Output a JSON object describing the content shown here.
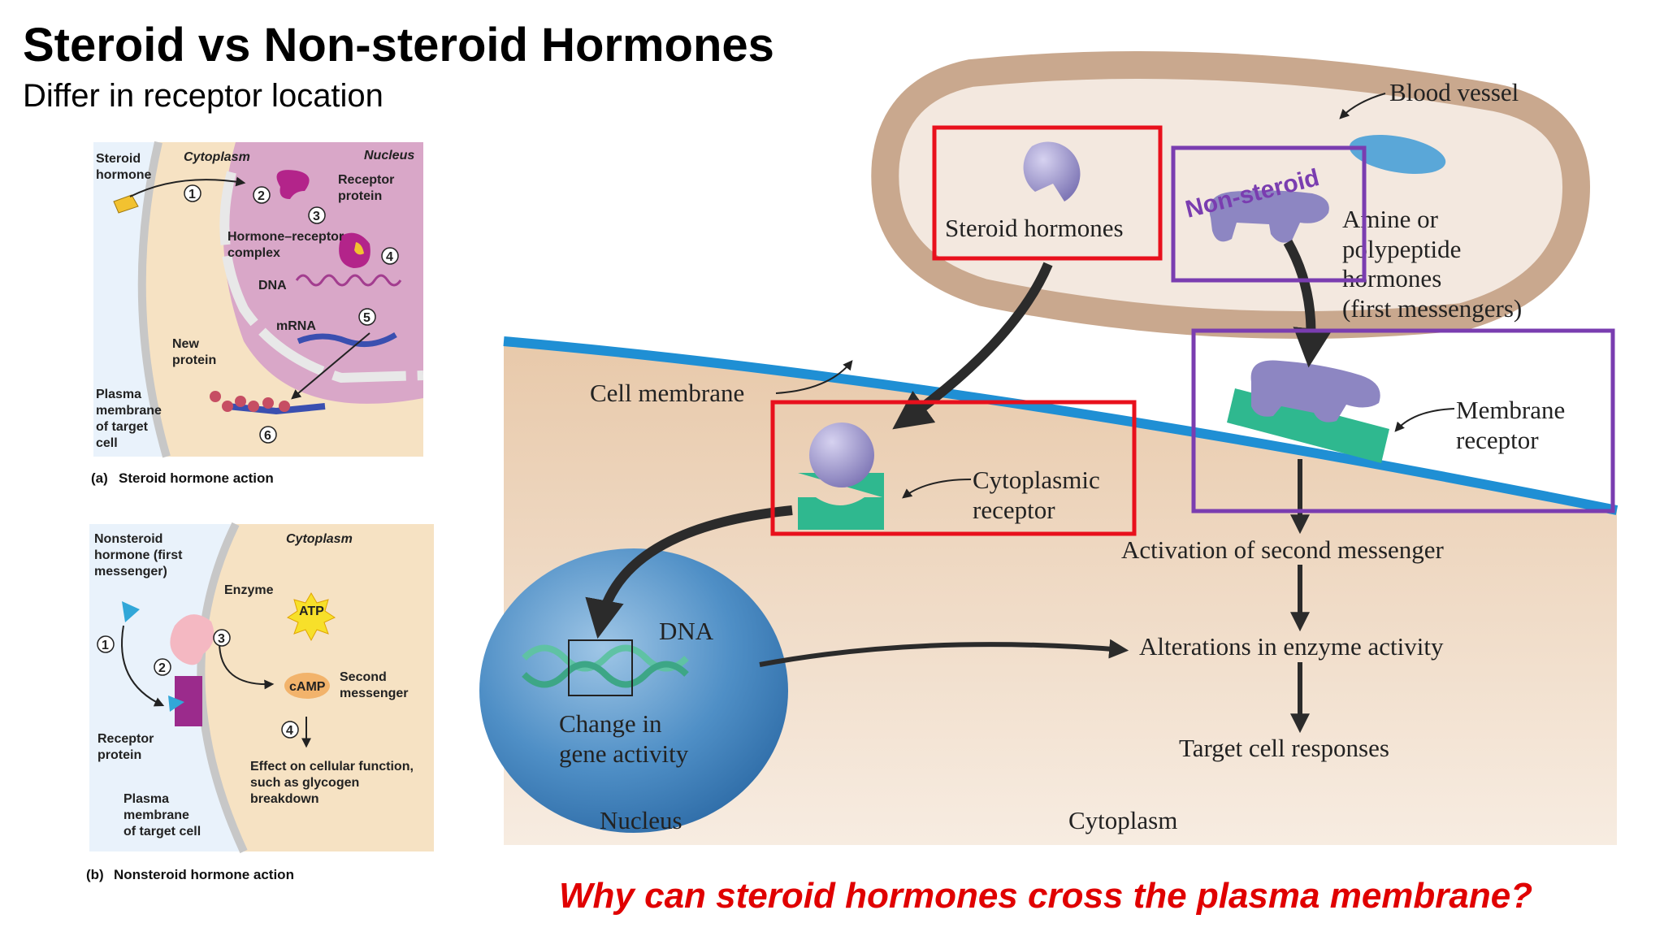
{
  "slide": {
    "title": "Steroid vs Non-steroid Hormones",
    "subtitle": "Differ in receptor location",
    "question": "Why can steroid hormones cross the plasma membrane?"
  },
  "panel_a": {
    "steroid_hormone": [
      "Steroid",
      "hormone"
    ],
    "cytoplasm": "Cytoplasm",
    "nucleus": "Nucleus",
    "receptor_protein": [
      "Receptor",
      "protein"
    ],
    "complex": [
      "Hormone–receptor",
      "complex"
    ],
    "dna": "DNA",
    "mrna": "mRNA",
    "new_protein": [
      "New",
      "protein"
    ],
    "plasma_membrane": [
      "Plasma",
      "membrane",
      "of target",
      "cell"
    ],
    "steps": [
      "1",
      "2",
      "3",
      "4",
      "5",
      "6"
    ],
    "caption_letter": "(a)",
    "caption": "Steroid hormone action"
  },
  "panel_b": {
    "nonsteroid_hormone": [
      "Nonsteroid",
      "hormone (first",
      "messenger)"
    ],
    "cytoplasm": "Cytoplasm",
    "enzyme": "Enzyme",
    "atp": "ATP",
    "camp": "cAMP",
    "second_messenger": [
      "Second",
      "messenger"
    ],
    "receptor_protein": [
      "Receptor",
      "protein"
    ],
    "plasma_membrane": [
      "Plasma",
      "membrane",
      "of target cell"
    ],
    "effect": [
      "Effect on cellular function,",
      "such as glycogen",
      "breakdown"
    ],
    "steps": [
      "1",
      "2",
      "3",
      "4"
    ],
    "caption_letter": "(b)",
    "caption": "Nonsteroid hormone action"
  },
  "main": {
    "blood_vessel": "Blood vessel",
    "steroid_hormones": "Steroid hormones",
    "non_steroid_tag": "Non-steroid",
    "amine": [
      "Amine or",
      "polypeptide",
      "hormones",
      "(first messengers)"
    ],
    "cell_membrane": "Cell membrane",
    "membrane_receptor": [
      "Membrane",
      "receptor"
    ],
    "cytoplasmic_receptor": [
      "Cytoplasmic",
      "receptor"
    ],
    "dna": "DNA",
    "gene_activity": [
      "Change in",
      "gene activity"
    ],
    "nucleus": "Nucleus",
    "cytoplasm": "Cytoplasm",
    "second_messenger": "Activation of second messenger",
    "enzyme_activity": "Alterations in enzyme activity",
    "responses": "Target cell responses"
  },
  "colors": {
    "highlight_red": "#e8101c",
    "highlight_purple": "#7a3db0",
    "question_red": "#e00000",
    "hormone_purple": "#9b93c8",
    "receptor_green": "#2fb88f",
    "membrane_blue": "#1f8fd4",
    "nucleus_blue": "#3d86c4",
    "cytoplasm_tan": "#f1d9c0"
  }
}
